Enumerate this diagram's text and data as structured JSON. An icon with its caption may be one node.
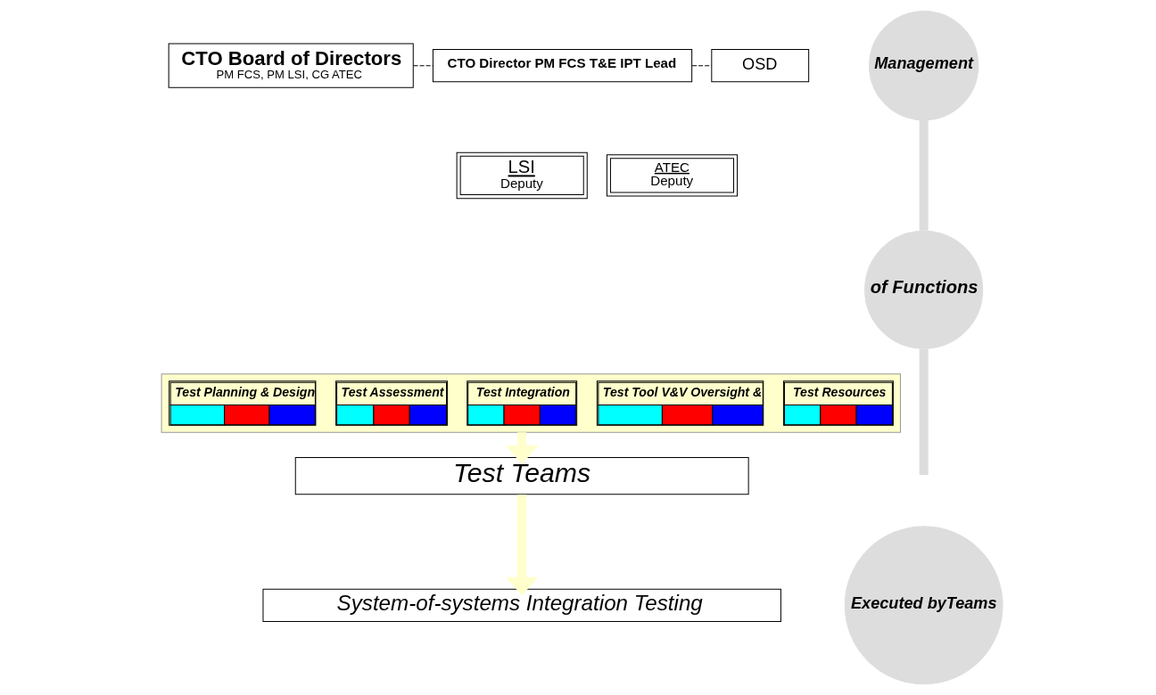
{
  "diagram": {
    "nodes": [
      {
        "text": [
          "CTO Board of Directors",
          "PM FCS, PM LSI, CG ATEC"
        ]
      },
      {
        "text": [
          "CTO Director PM FCS T&E IPT Lead"
        ]
      },
      {
        "text": [
          "LSI",
          "Deputy"
        ]
      },
      {
        "text": [
          "ATEC",
          "Deputy"
        ]
      },
      {
        "text": [
          "OSD"
        ]
      },
      {
        "text": [],
        "shape": "band"
      },
      {
        "text": [
          "Test Planning & Design"
        ],
        "in": 5
      },
      {
        "text": [
          "Test Assessment"
        ],
        "in": 5
      },
      {
        "text": [
          "Test Integration"
        ],
        "in": 5
      },
      {
        "text": [
          "Test Tool V&V Oversight &"
        ],
        "in": 5
      },
      {
        "text": [
          "Test Resources"
        ],
        "in": 5
      },
      {
        "text": [
          "Test Teams"
        ]
      },
      {
        "text": [
          "System-of-systems Integration Testing"
        ]
      },
      {
        "text": [
          "Management"
        ]
      },
      {
        "text": [
          "of Functions"
        ]
      },
      {
        "text": [
          "Executed byTeams"
        ]
      }
    ],
    "edges": [
      {
        "from": 0,
        "to": 1,
        "arrow": "none",
        "style": "dashed"
      },
      {
        "from": 1,
        "to": 4,
        "arrow": "none",
        "style": "dashed"
      },
      {
        "from": 5,
        "to": 11,
        "arrow": "to",
        "color": "#ffffcc"
      },
      {
        "from": 11,
        "to": 12,
        "arrow": "to",
        "color": "#ffffcc"
      },
      {
        "from": 13,
        "to": 14,
        "arrow": "none",
        "color": "#dddddd"
      },
      {
        "from": 14,
        "to": null,
        "arrow": "none",
        "color": "#dddddd"
      }
    ]
  }
}
